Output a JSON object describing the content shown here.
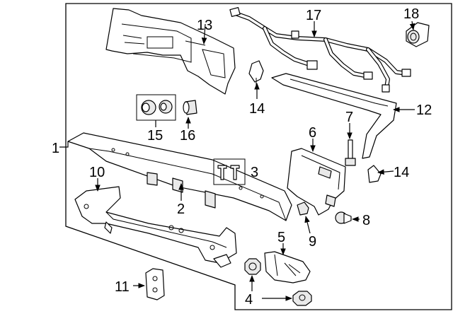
{
  "diagram": {
    "callouts": {
      "c1": "1",
      "c2": "2",
      "c3": "3",
      "c4": "4",
      "c5": "5",
      "c6": "6",
      "c7": "7",
      "c8": "8",
      "c9": "9",
      "c10": "10",
      "c11": "11",
      "c12": "12",
      "c13": "13",
      "c14a": "14",
      "c14b": "14",
      "c15": "15",
      "c16": "16",
      "c17": "17",
      "c18": "18"
    }
  }
}
